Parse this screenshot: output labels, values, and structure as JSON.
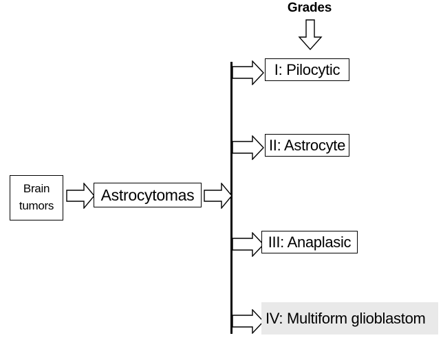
{
  "diagram": {
    "title": "Grades",
    "root": {
      "label_line1": "Brain",
      "label_line2": "tumors"
    },
    "branch": {
      "label": "Astrocytomas"
    },
    "grades": [
      {
        "label": "I: Pilocytic"
      },
      {
        "label": "II: Astrocyte"
      },
      {
        "label": "III: Anaplasic"
      },
      {
        "label": "IV: Multiform glioblastom"
      }
    ],
    "colors": {
      "background": "#ffffff",
      "stroke": "#000000",
      "text": "#000000",
      "highlight_fill": "#e9e9e9"
    },
    "icons": {
      "title_arrow": "arrow-down-block-icon",
      "connector": "arrow-right-block-icon"
    }
  }
}
